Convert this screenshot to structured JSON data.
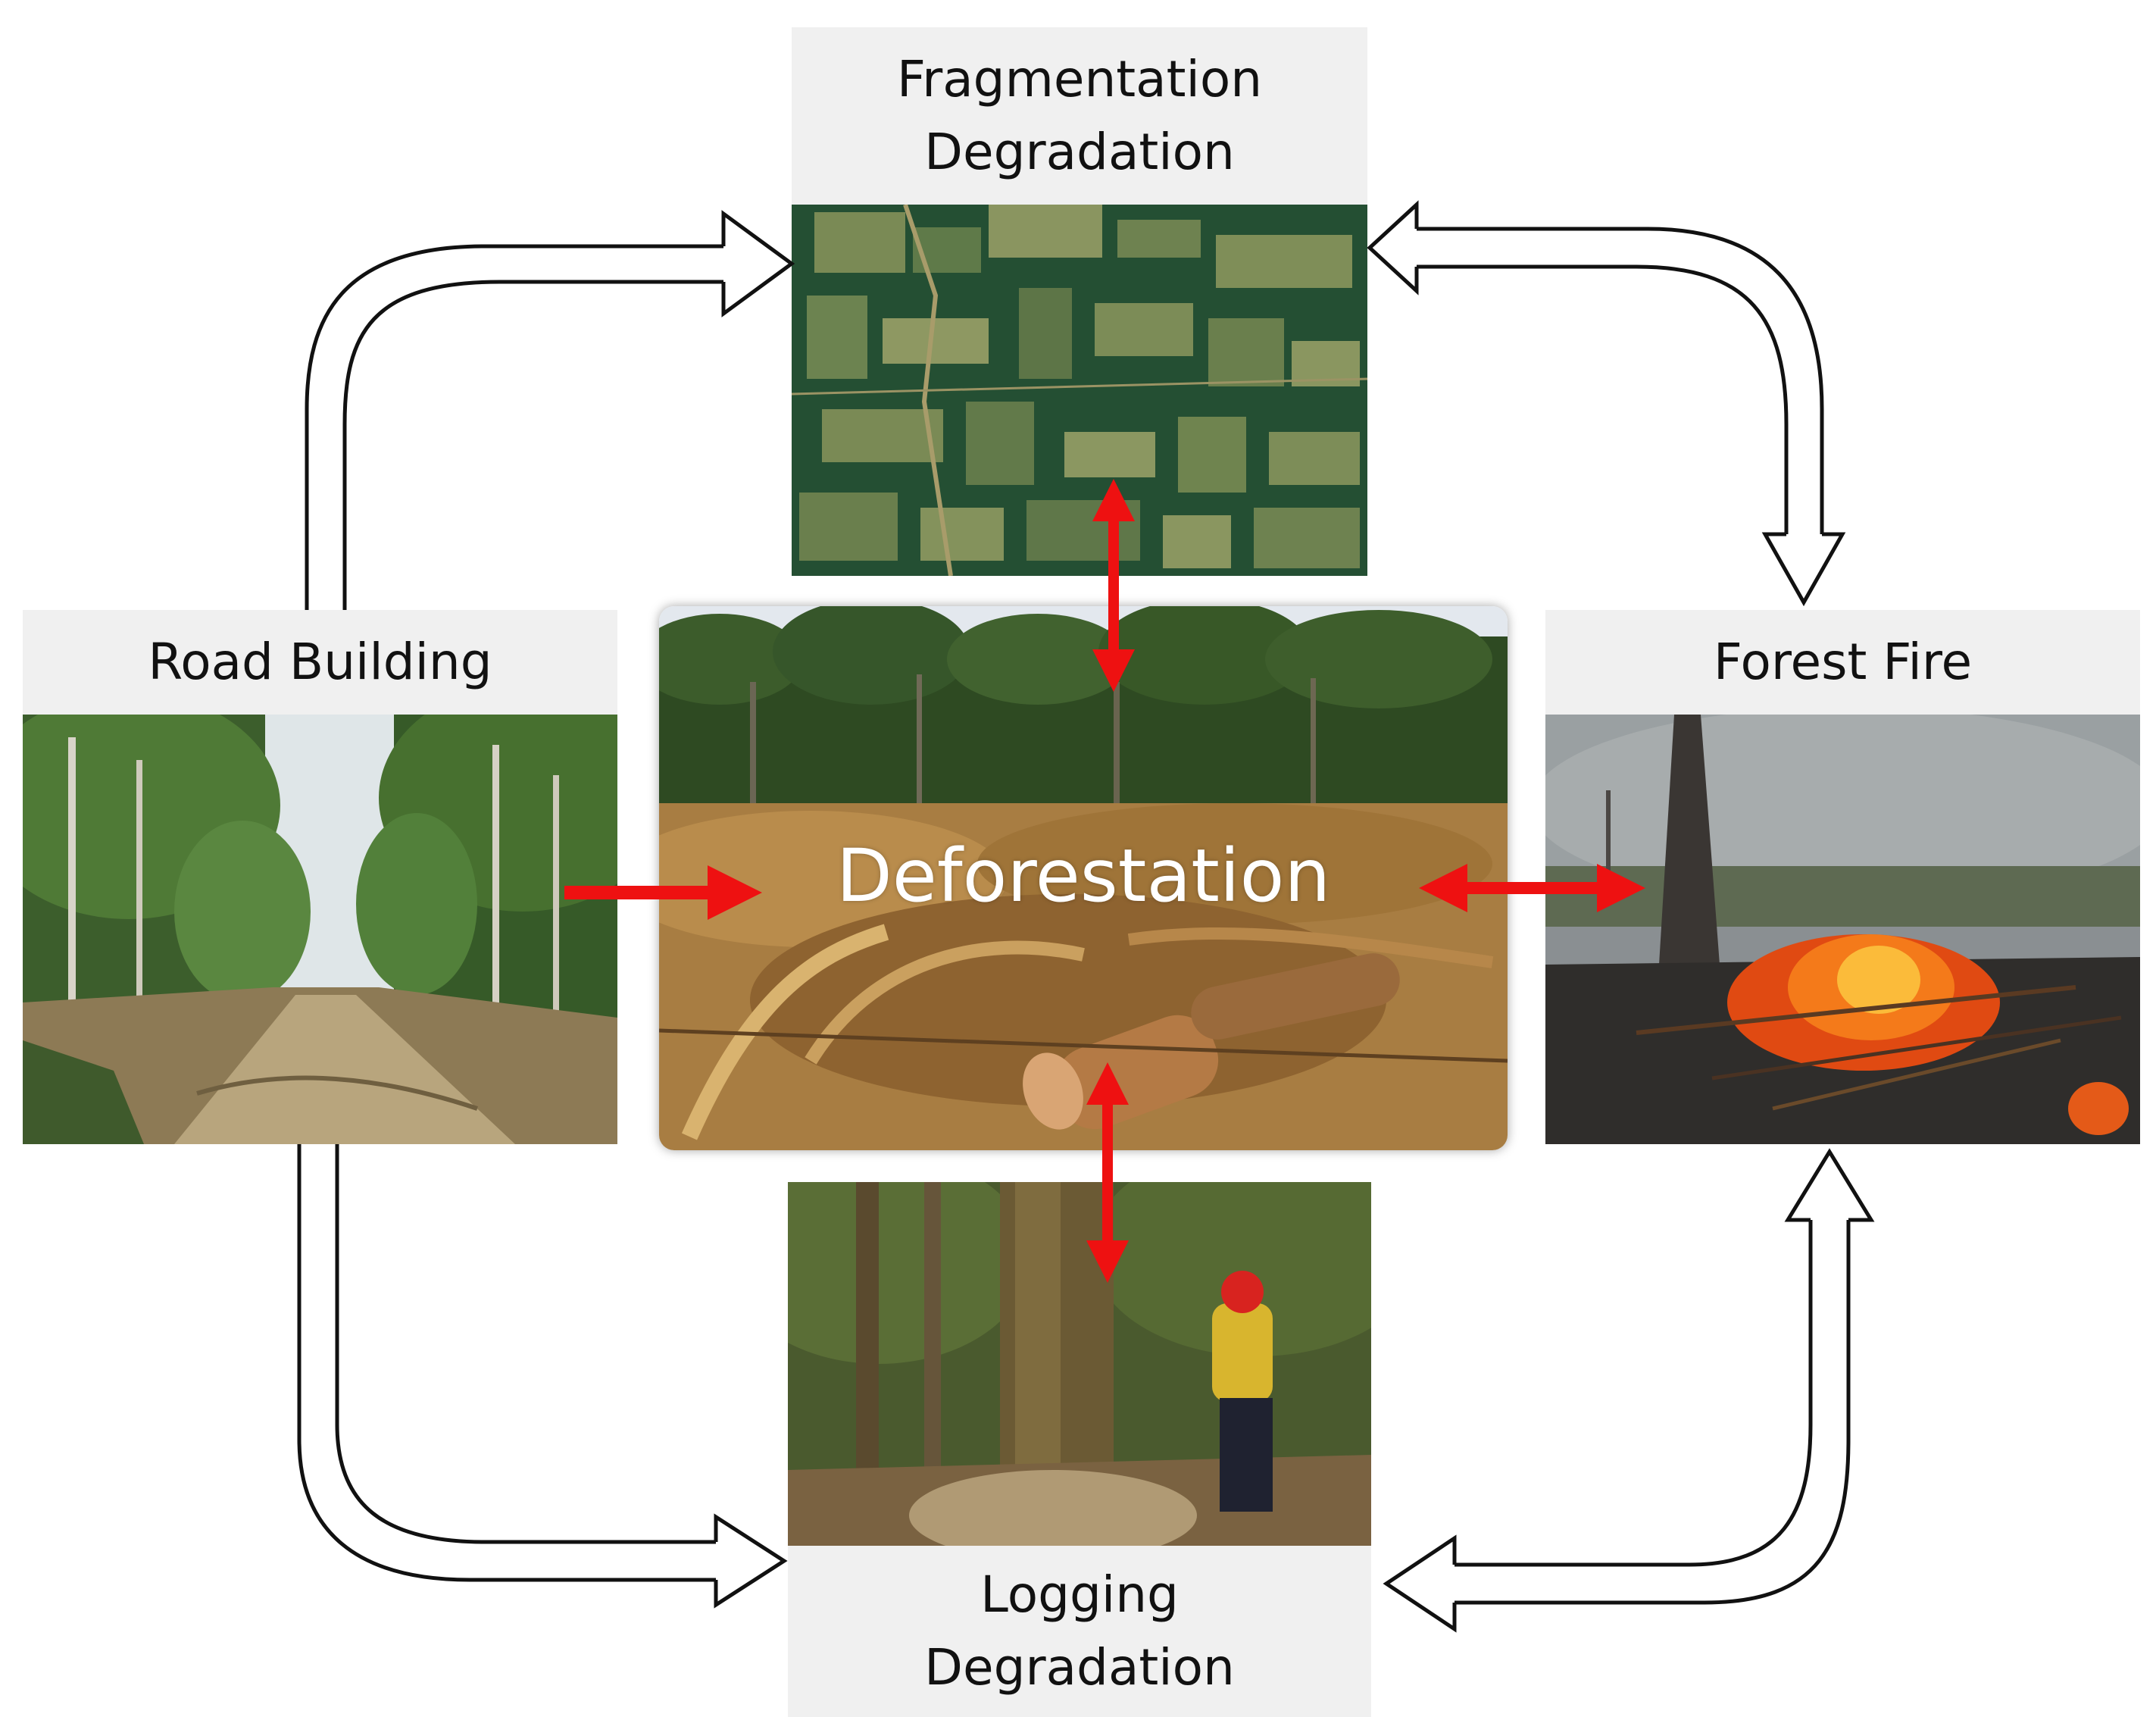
{
  "nodes": {
    "fragmentation": {
      "line1": "Fragmentation",
      "line2": "Degradation"
    },
    "road": {
      "line1": "Road Building"
    },
    "fire": {
      "line1": "Forest Fire"
    },
    "logging": {
      "line1": "Logging",
      "line2": "Degradation"
    },
    "center": {
      "line1": "Deforestation"
    }
  },
  "colors": {
    "label_bg": "#f0f0f0",
    "red_arrow": "#ee1111",
    "outline_arrow": "#111111"
  }
}
